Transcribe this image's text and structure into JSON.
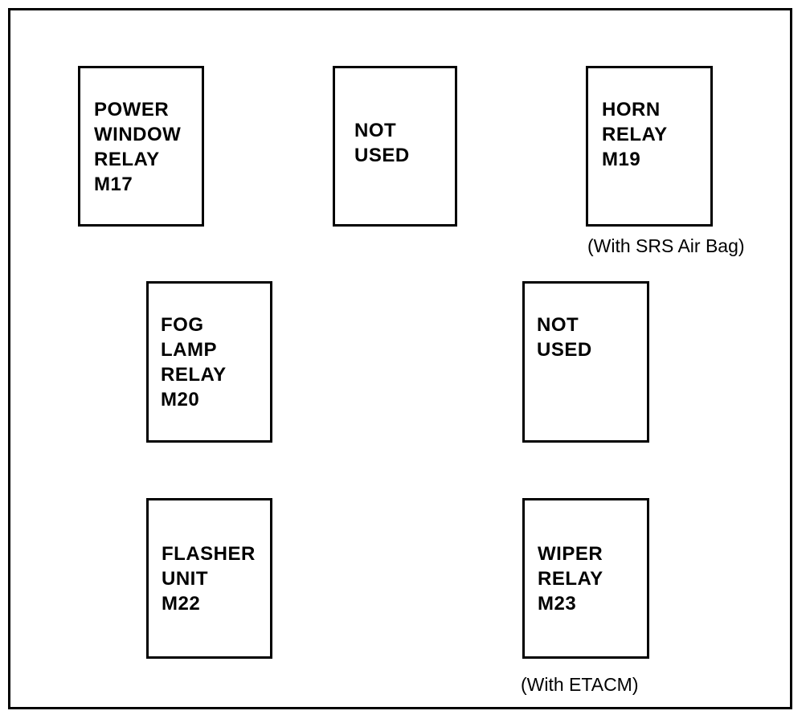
{
  "relays": {
    "power_window": {
      "lines": [
        "POWER",
        "WINDOW",
        "RELAY",
        "M17"
      ]
    },
    "not_used_1": {
      "lines": [
        "NOT",
        "USED"
      ]
    },
    "horn": {
      "lines": [
        "HORN",
        "RELAY",
        "M19"
      ]
    },
    "fog_lamp": {
      "lines": [
        "FOG",
        "LAMP",
        "RELAY",
        "M20"
      ]
    },
    "not_used_2": {
      "lines": [
        "NOT",
        "USED"
      ]
    },
    "flasher": {
      "lines": [
        "FLASHER",
        "UNIT",
        "M22"
      ]
    },
    "wiper": {
      "lines": [
        "WIPER",
        "RELAY",
        "M23"
      ]
    }
  },
  "notes": {
    "horn_note": "(With SRS Air Bag)",
    "wiper_note": "(With ETACM)"
  }
}
